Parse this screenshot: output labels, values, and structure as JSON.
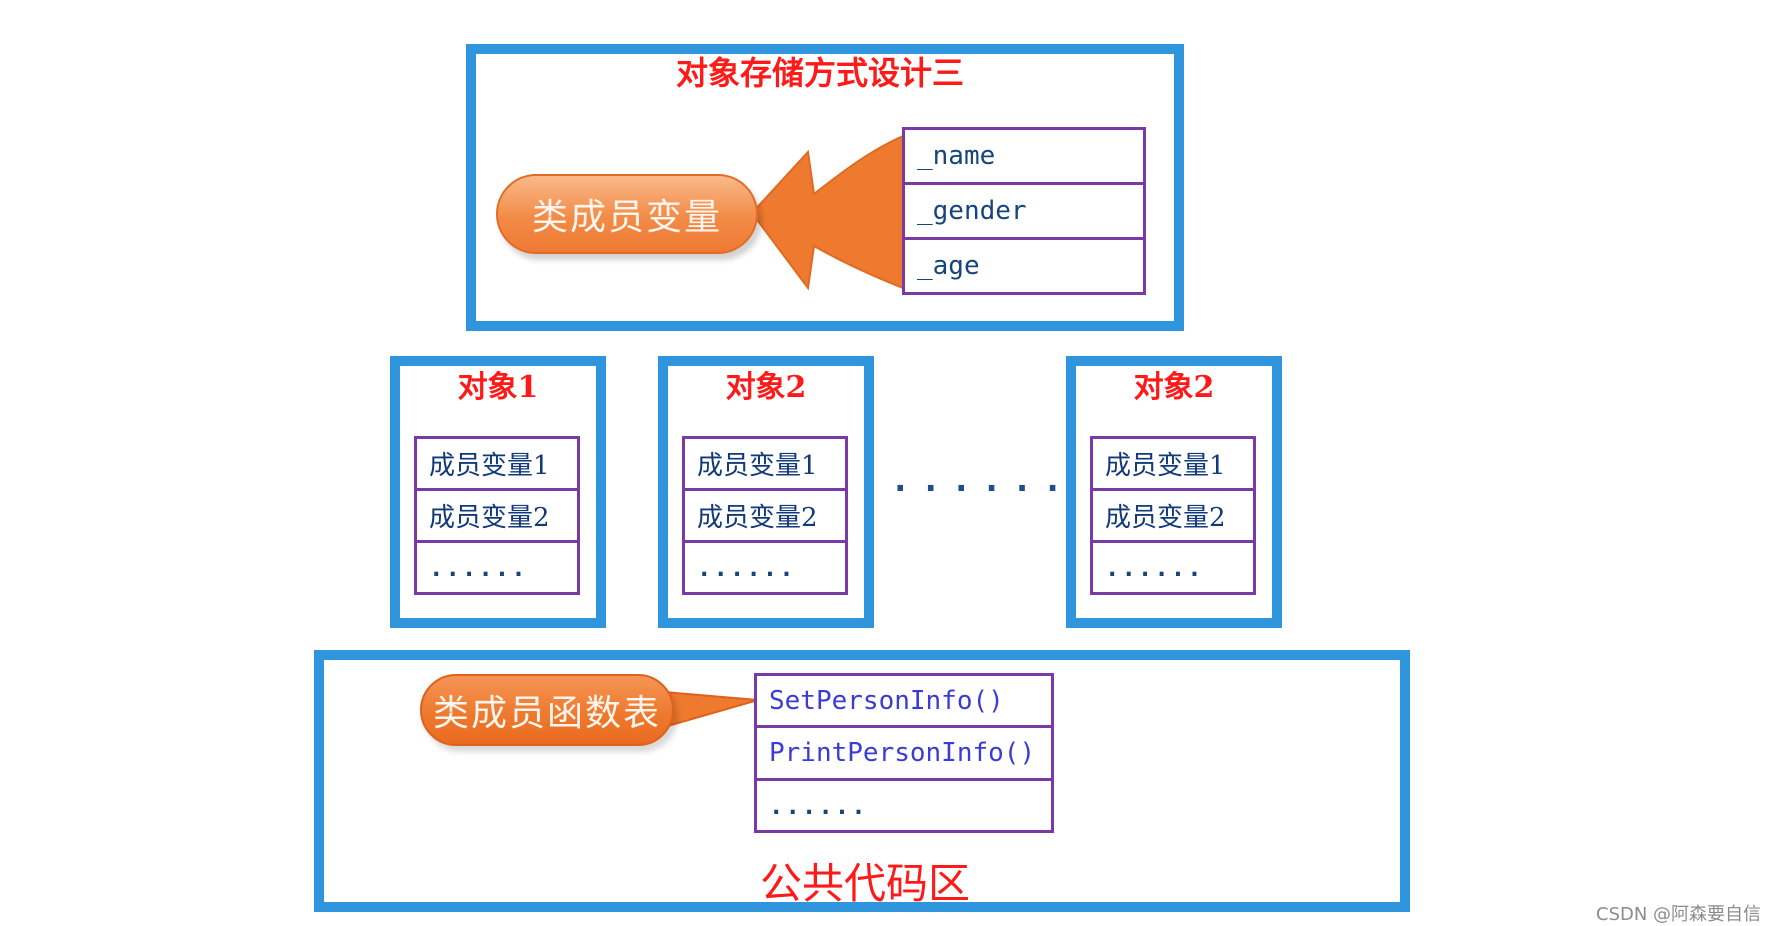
{
  "top": {
    "title": "对象存储方式设计三",
    "pill_label": "类成员变量",
    "fields": [
      "_name",
      "_gender",
      "_age"
    ]
  },
  "objects": [
    {
      "title": "对象1",
      "rows": [
        "成员变量1",
        "成员变量2",
        "......"
      ]
    },
    {
      "title": "对象2",
      "rows": [
        "成员变量1",
        "成员变量2",
        "......"
      ]
    },
    {
      "title": "对象2",
      "rows": [
        "成员变量1",
        "成员变量2",
        "......"
      ]
    }
  ],
  "between_ellipsis": "......",
  "bottom": {
    "pill_label": "类成员函数表",
    "functions": [
      "SetPersonInfo()",
      "PrintPersonInfo()",
      "......"
    ],
    "area_label": "公共代码区"
  },
  "watermark": "CSDN @阿森要自信",
  "colors": {
    "frame_blue": "#2f96dd",
    "title_red": "#ff1a1a",
    "cell_purple": "#7a3aa6",
    "pill_orange": "#ee7a2f"
  }
}
